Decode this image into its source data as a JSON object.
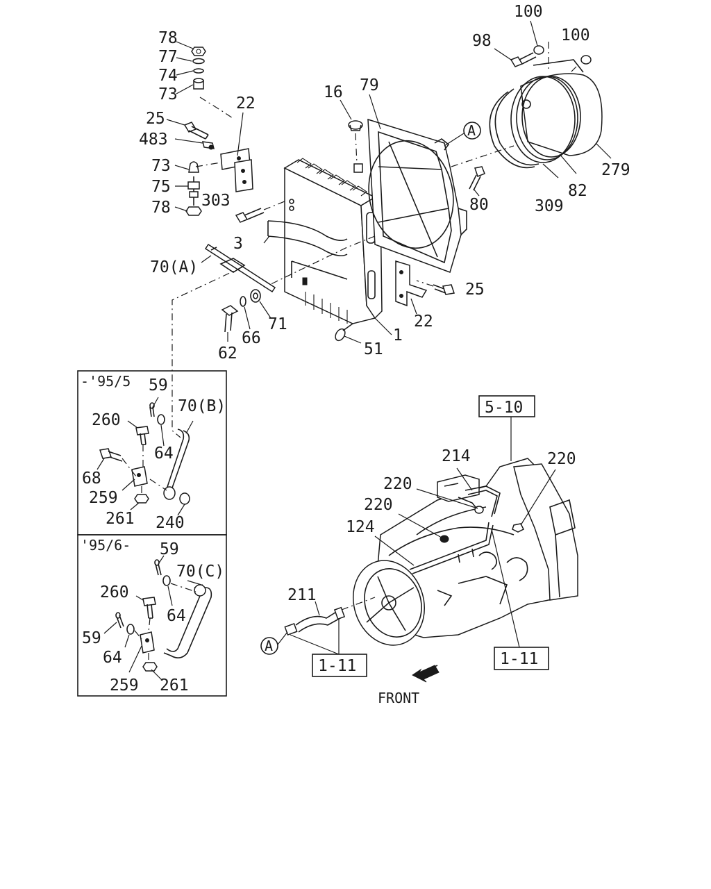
{
  "labels": {
    "p78a": "78",
    "p77": "77",
    "p74": "74",
    "p73a": "73",
    "p25a": "25",
    "p483": "483",
    "p73b": "73",
    "p75": "75",
    "p78b": "78",
    "p303": "303",
    "p3": "3",
    "p70a": "70(A)",
    "p22a": "22",
    "p16": "16",
    "p79": "79",
    "pA1": "A",
    "p98": "98",
    "p100a": "100",
    "p100b": "100",
    "p279": "279",
    "p82": "82",
    "p309": "309",
    "p80": "80",
    "p25b": "25",
    "p22b": "22",
    "p1": "1",
    "p51": "51",
    "p62": "62",
    "p66": "66",
    "p71": "71",
    "box1_title": "-'95/5",
    "b1_59": "59",
    "b1_70b": "70(B)",
    "b1_260": "260",
    "b1_64": "64",
    "b1_68": "68",
    "b1_259": "259",
    "b1_261": "261",
    "b1_240": "240",
    "box2_title": "'95/6-",
    "b2_59a": "59",
    "b2_70c": "70(C)",
    "b2_260": "260",
    "b2_64a": "64",
    "b2_59b": "59",
    "b2_64b": "64",
    "b2_259": "259",
    "b2_261": "261",
    "ref_510": "5-10",
    "p214": "214",
    "p220a": "220",
    "p220b": "220",
    "p220c": "220",
    "p124": "124",
    "p211": "211",
    "pA2": "A",
    "ref_111a": "1-11",
    "ref_111b": "1-11",
    "front": "FRONT"
  }
}
